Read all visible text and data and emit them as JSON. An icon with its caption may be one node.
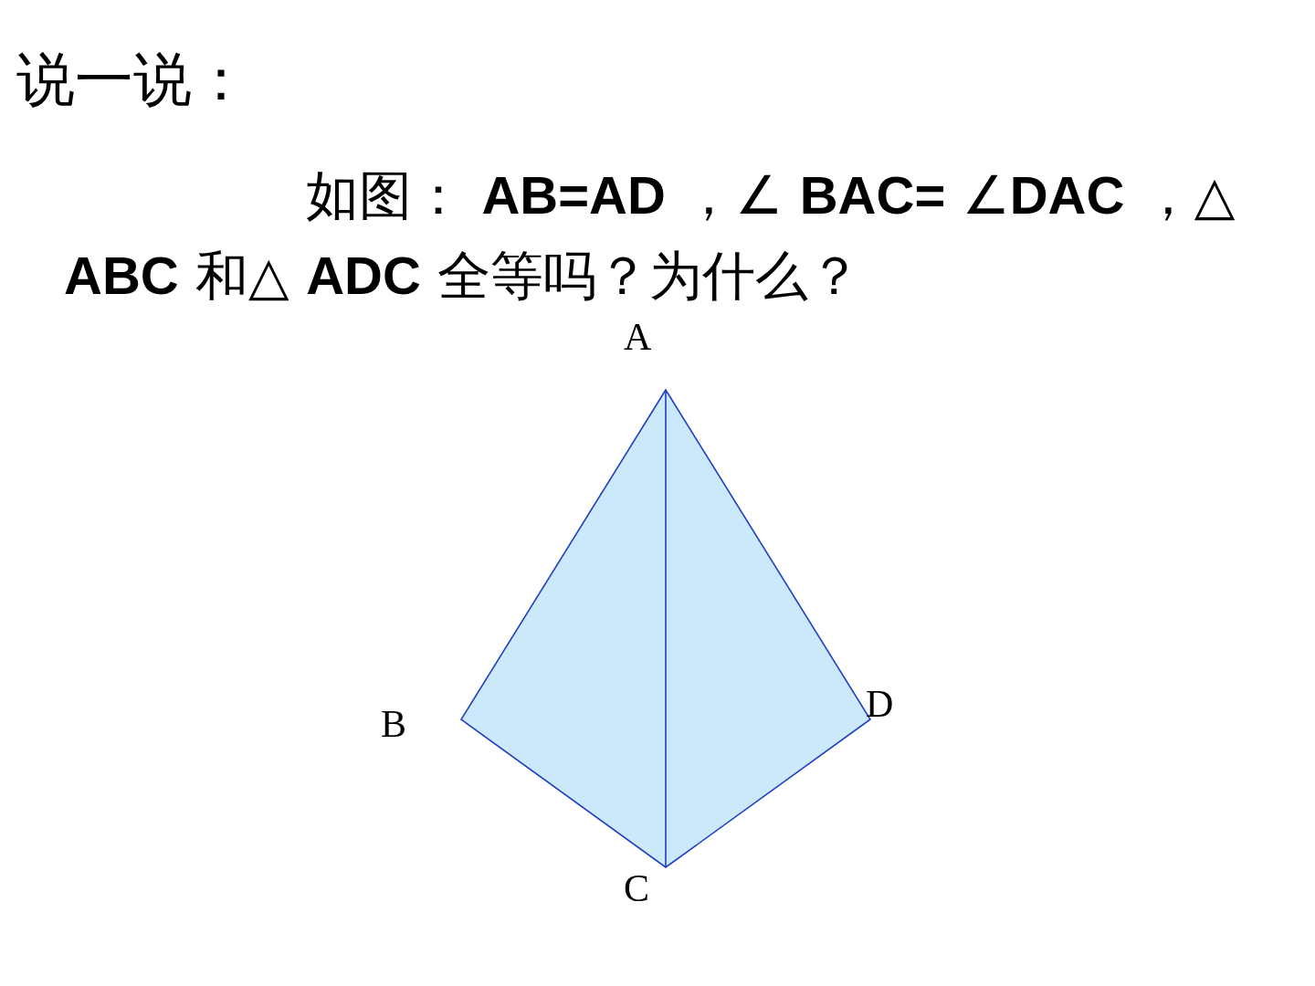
{
  "diagram": {
    "title": "说一说：",
    "labels": [
      "如图： **AB=AD** ，∠ **BAC=** ∠**DAC** ，△ **ABC** 和△ **ADC** 全等吗？为什么？",
      "A",
      "B",
      "D",
      "C"
    ]
  }
}
